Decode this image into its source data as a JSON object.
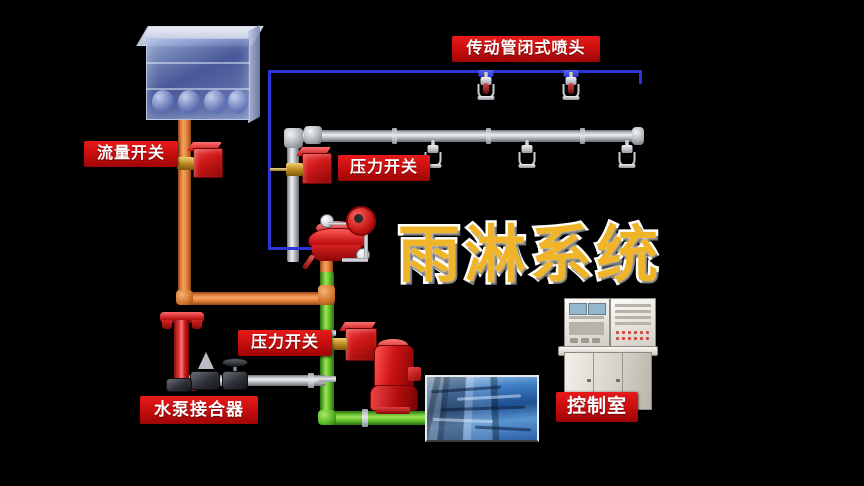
{
  "scene": {
    "title": "雨淋系统",
    "background_color": "#000000",
    "title_color": "#f0b428",
    "title_outline_color": "#ffffff",
    "label_color": "#d91414"
  },
  "labels": [
    {
      "id": "transmission-sprinkler",
      "text": "传动管闭式喷头"
    },
    {
      "id": "flow-switch",
      "text": "流量开关"
    },
    {
      "id": "pressure-switch-upper",
      "text": "压力开关"
    },
    {
      "id": "pressure-switch-lower",
      "text": "压力开关"
    },
    {
      "id": "fire-dept-connection",
      "text": "水泵接合器"
    },
    {
      "id": "control-room",
      "text": "控制室"
    }
  ],
  "components": {
    "water_tank": {
      "name": "高位水箱",
      "color": "#5f74b4"
    },
    "transmission_pipe": {
      "name": "传动管",
      "color": "#2b36d8",
      "sprinkler_count": 2
    },
    "main_distribution_pipe": {
      "name": "配水干管",
      "color": "#c8ccd2",
      "sprinkler_count": 3
    },
    "deluge_valve": {
      "name": "雨淋报警阀",
      "color": "#c71414"
    },
    "fire_pump": {
      "name": "消防水泵",
      "color": "#cf1414"
    },
    "suction_pipe": {
      "name": "吸水管",
      "color": "#5dbb27"
    },
    "tank_downpipe": {
      "name": "水箱立管",
      "color": "#e07f35"
    },
    "water_reservoir": {
      "name": "消防水池",
      "color": "#1d4f91"
    },
    "control_panel": {
      "name": "控制柜",
      "color": "#e2dfd8"
    }
  }
}
